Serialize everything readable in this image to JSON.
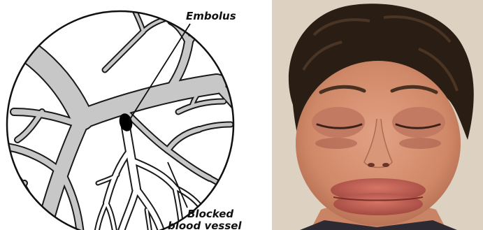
{
  "diagram": {
    "labels": {
      "embolus": "Embolus",
      "blocked_line1": "Blocked",
      "blocked_line2": "blood vessel"
    }
  },
  "colors": {
    "vessel_fill": "#c7c7c7",
    "vessel_outline": "#1a1a1a",
    "blocked_fill": "#ffffff",
    "embolus": "#000000",
    "photo_background": "#ddd2c2",
    "skin": "#d69274",
    "hair": "#2a1d14",
    "lips": "#b8584e"
  }
}
